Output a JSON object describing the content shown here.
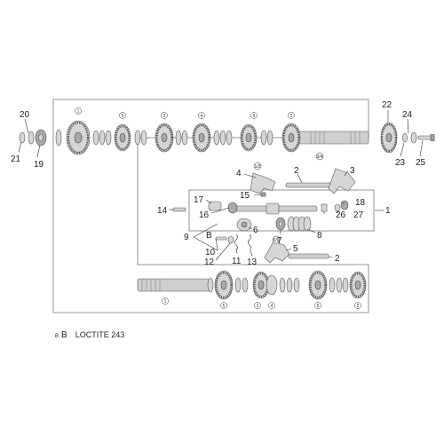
{
  "part_numbers": {
    "p1": "1",
    "p2a": "2",
    "p2b": "2",
    "p3": "3",
    "p4": "4",
    "p5": "5",
    "p6": "6",
    "p7": "7",
    "p8": "8",
    "p9": "9",
    "p10": "10",
    "p11": "11",
    "p12": "12",
    "p13": "13",
    "p14": "14",
    "p15": "15",
    "p16": "16",
    "p17": "17",
    "p18": "18",
    "p19": "19",
    "p20": "20",
    "p21": "21",
    "p22": "22",
    "p23": "23",
    "p24": "24",
    "p25": "25",
    "p26": "26",
    "p27": "27",
    "pB": "B"
  },
  "gear_marks": {
    "top": [
      "1",
      "5",
      "3",
      "4",
      "6",
      "2"
    ],
    "bottom": [
      "1",
      "5",
      "3",
      "4",
      "6",
      "2"
    ],
    "fork_top_left": "1/2",
    "fork_top_right": "3/4",
    "fork_lower": "5/6"
  },
  "legend": {
    "mark": "B",
    "key": "B",
    "text": "LOCTITE 243"
  }
}
